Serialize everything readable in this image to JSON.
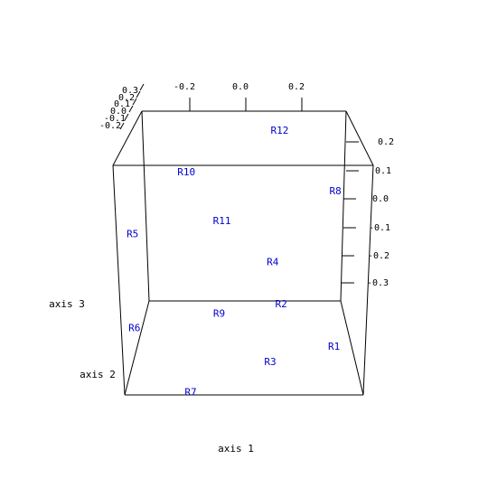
{
  "chart_data": {
    "type": "scatter",
    "projection": "3d",
    "title": "",
    "xlabel": "axis 1",
    "ylabel": "axis 2",
    "zlabel": "axis 3",
    "x_ticks": [
      "-0.2",
      "0.0",
      "0.2"
    ],
    "y_ticks": [
      "-0.2",
      "-0.1",
      "0.0",
      "0.1",
      "0.2",
      "0.3"
    ],
    "z_ticks": [
      "0.2",
      "0.1",
      "0.0",
      "-0.1",
      "-0.2",
      "-0.3"
    ],
    "grid": false,
    "legend": "none",
    "colors": {
      "points": "#0000cc",
      "axes": "#000000",
      "background": "#ffffff"
    },
    "points": [
      {
        "label": "R1",
        "x": 0.32,
        "y": -0.1,
        "z": -0.26
      },
      {
        "label": "R2",
        "x": 0.14,
        "y": 0.1,
        "z": -0.23
      },
      {
        "label": "R3",
        "x": 0.09,
        "y": -0.2,
        "z": -0.26
      },
      {
        "label": "R4",
        "x": 0.11,
        "y": 0.17,
        "z": -0.15
      },
      {
        "label": "R5",
        "x": -0.38,
        "y": -0.1,
        "z": 0.0
      },
      {
        "label": "R6",
        "x": -0.38,
        "y": -0.15,
        "z": -0.2
      },
      {
        "label": "R7",
        "x": -0.18,
        "y": -0.28,
        "z": -0.3
      },
      {
        "label": "R8",
        "x": 0.35,
        "y": 0.2,
        "z": 0.02
      },
      {
        "label": "R9",
        "x": -0.09,
        "y": -0.05,
        "z": -0.2
      },
      {
        "label": "R10",
        "x": -0.2,
        "y": 0.0,
        "z": 0.12
      },
      {
        "label": "R11",
        "x": -0.08,
        "y": 0.05,
        "z": -0.01
      },
      {
        "label": "R12",
        "x": 0.14,
        "y": 0.3,
        "z": 0.15
      }
    ]
  }
}
